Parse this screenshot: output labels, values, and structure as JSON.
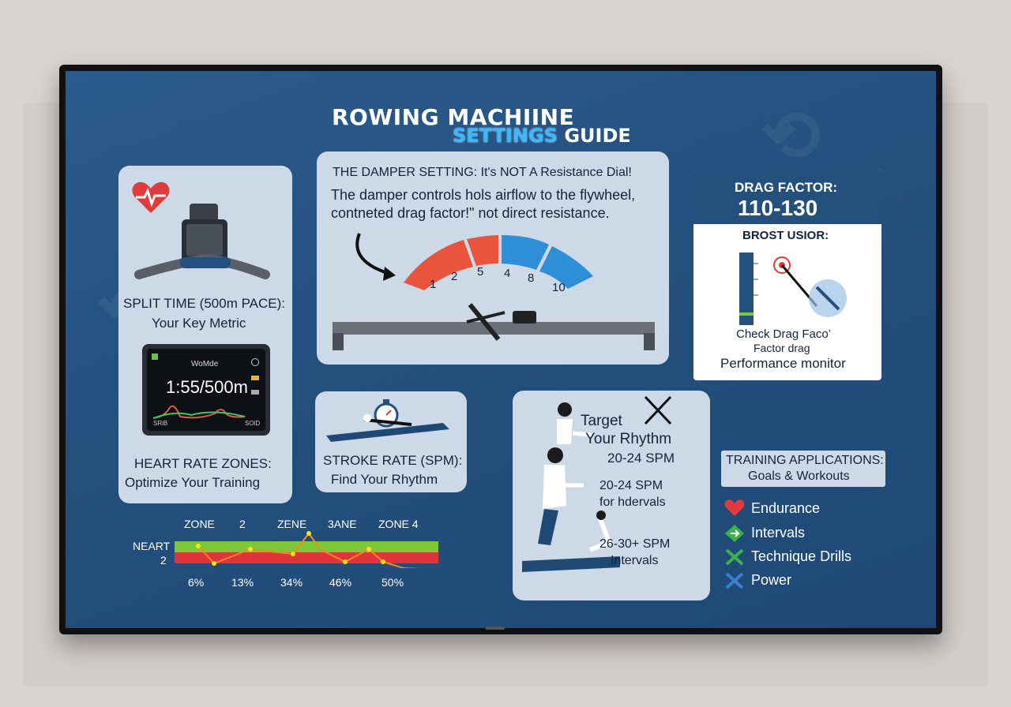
{
  "title": {
    "line1": "ROWING MACHIINE",
    "line2_highlight": "SETTINGS",
    "line2_rest": "GUIDE"
  },
  "split": {
    "heading": "SPLIT TIME (500m PACE):",
    "subheading": "Your Key Metric",
    "monitor": {
      "brand": "WoMde",
      "pace": "1:55/500m",
      "left_label": "SRiB",
      "right_label": "SOlD"
    }
  },
  "heart": {
    "heading": "HEART RATE ZONES:",
    "subheading": "Optimize Your Training"
  },
  "damper": {
    "heading": "THE DAMPER SETTING: It's NOT A Resistance Dial!",
    "body_line1": "The damper controls hols airflow to the flywheel,",
    "body_line2": "contneted drag factor!\" not direct resistance.",
    "gauge_ticks": [
      "1",
      "2",
      "5",
      "4",
      "8",
      "10"
    ],
    "colors": {
      "low": "#e8553c",
      "high": "#2f8fd6"
    }
  },
  "drag": {
    "label": "DRAG FACTOR:",
    "value": "110-130",
    "subheading": "BROST USIOR:",
    "caption1": "Check Drag Facoʻ",
    "caption2": "Factor drag",
    "caption3": "Performance monitor"
  },
  "stroke": {
    "heading": "STROKE RATE (SPM):",
    "subheading": "Find Your Rhythm"
  },
  "rhythm": {
    "line1": "Target",
    "line2": "Your Rhythm",
    "spm1": "20-24 SPM",
    "spm2": "20-24 SPM",
    "spm2_note": "for hdervals",
    "spm3": "26-30+ SPM",
    "spm3_note": "Intervals"
  },
  "zones": {
    "top_labels": [
      "ZONE",
      "2",
      "ZENE",
      "3ANE",
      "ZONE 4"
    ],
    "side_label1": "NEART",
    "side_label2": "2",
    "bottom_labels": [
      "6%",
      "13%",
      "34%",
      "46%",
      "50%"
    ],
    "colors": {
      "green": "#7fc63a",
      "red": "#e0343b",
      "line": "#f08a1c"
    }
  },
  "training": {
    "heading1": "TRAINING APPLICATIONS:",
    "heading2": "Goals & Workouts",
    "items": [
      {
        "label": "Endurance",
        "icon": "heart-icon",
        "color": "#e23b3b"
      },
      {
        "label": "Intervals",
        "icon": "diamond-arrow-icon",
        "color": "#3cb04a"
      },
      {
        "label": "Technique Drills",
        "icon": "crossed-oars-icon",
        "color": "#3cb04a"
      },
      {
        "label": "Power",
        "icon": "crossed-tools-icon",
        "color": "#3a7fd0"
      }
    ]
  }
}
